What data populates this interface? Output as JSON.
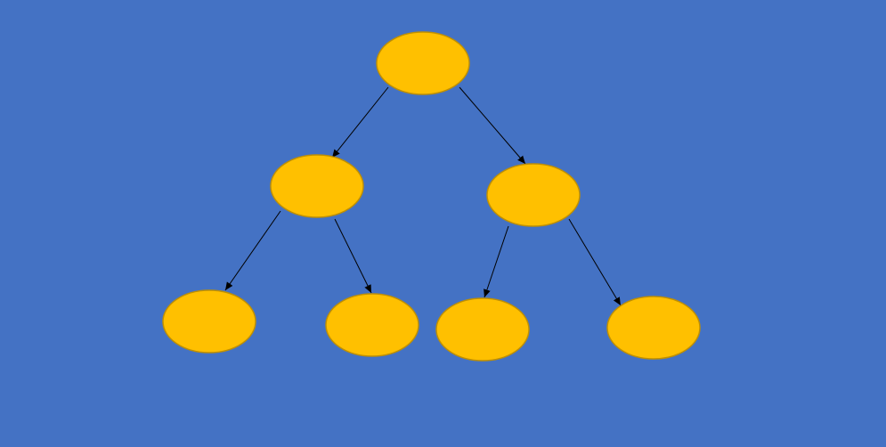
{
  "colors": {
    "background": "#4472C4",
    "node_fill": "#FFC000",
    "node_stroke": "#C09000",
    "edge": "#000000"
  },
  "diagram": {
    "type": "binary-tree",
    "nodes": [
      {
        "id": "root",
        "label": ""
      },
      {
        "id": "left-child",
        "label": ""
      },
      {
        "id": "right-child",
        "label": ""
      },
      {
        "id": "left-left-leaf",
        "label": ""
      },
      {
        "id": "left-right-leaf",
        "label": ""
      },
      {
        "id": "right-left-leaf",
        "label": ""
      },
      {
        "id": "right-right-leaf",
        "label": ""
      }
    ],
    "edges": [
      {
        "from": "root",
        "to": "left-child"
      },
      {
        "from": "root",
        "to": "right-child"
      },
      {
        "from": "left-child",
        "to": "left-left-leaf"
      },
      {
        "from": "left-child",
        "to": "left-right-leaf"
      },
      {
        "from": "right-child",
        "to": "right-left-leaf"
      },
      {
        "from": "right-child",
        "to": "right-right-leaf"
      }
    ]
  }
}
